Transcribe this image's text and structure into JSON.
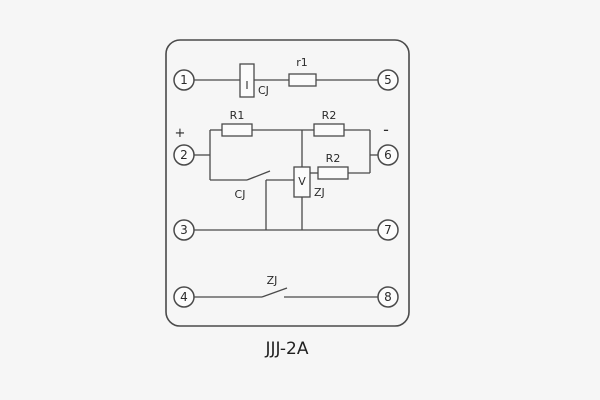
{
  "title": "JJJ-2A",
  "colors": {
    "background": "#f6f6f6",
    "stroke": "#4a4a4a",
    "text": "#2b2b2b"
  },
  "terminals": {
    "t1": "1",
    "t2": "2",
    "t3": "3",
    "t4": "4",
    "t5": "5",
    "t6": "6",
    "t7": "7",
    "t8": "8"
  },
  "polarity": {
    "positive": "+",
    "negative": "-"
  },
  "components": {
    "current_coil": {
      "symbol": "I",
      "name": "CJ"
    },
    "resistor_r1": {
      "name": "r1"
    },
    "resistor_R1": {
      "name": "R1"
    },
    "resistor_R2_top": {
      "name": "R2"
    },
    "resistor_R2_mid": {
      "name": "R2"
    },
    "voltage_coil": {
      "symbol": "V",
      "name": "ZJ"
    },
    "cj_contact": {
      "name": "CJ"
    },
    "zj_contact": {
      "name": "ZJ"
    }
  }
}
